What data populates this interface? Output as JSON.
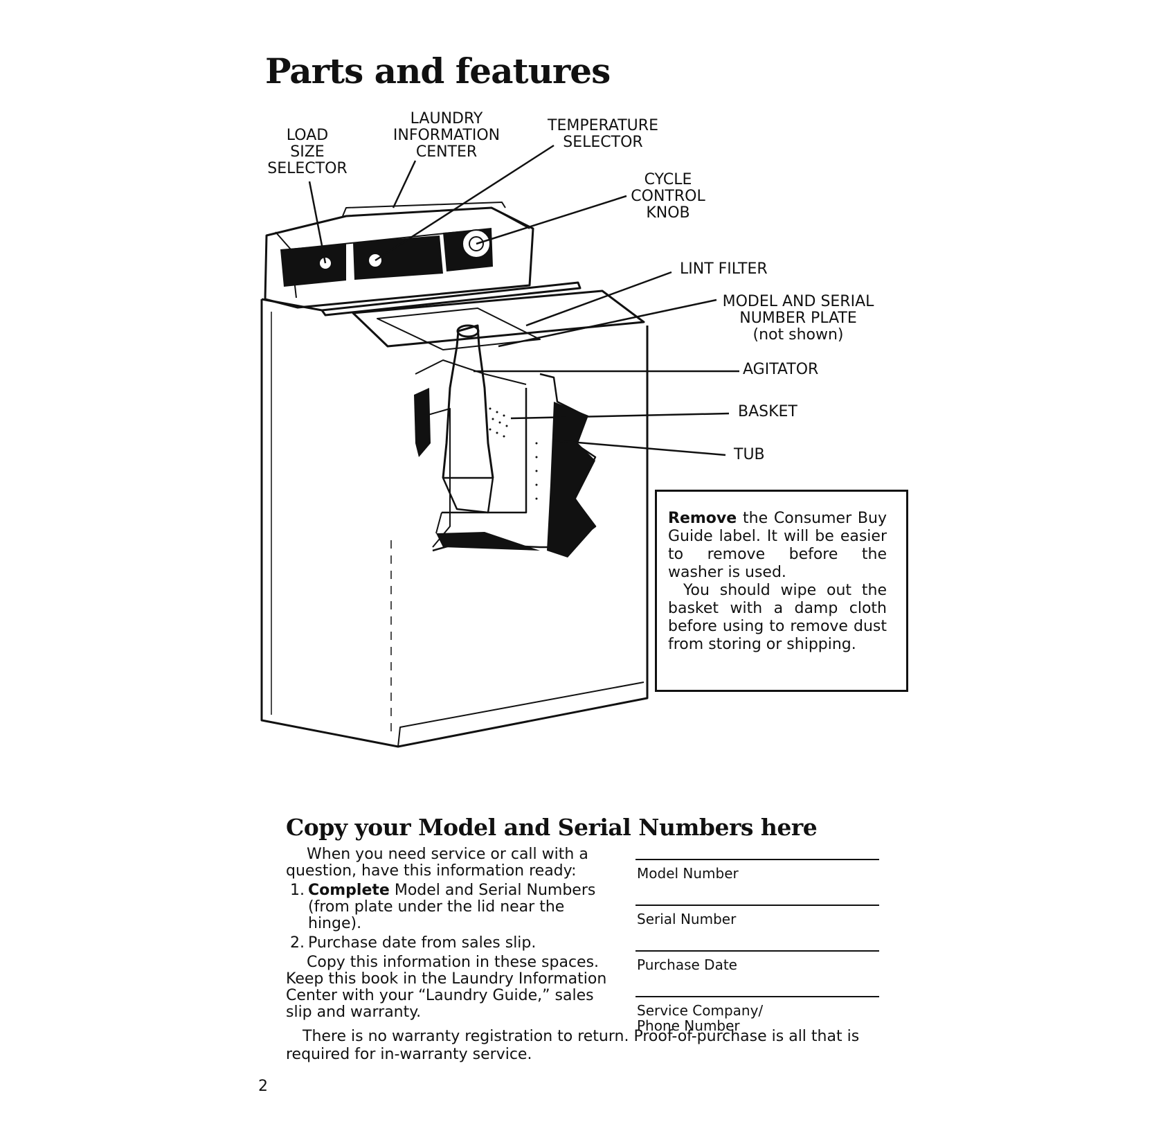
{
  "title": "Parts and features",
  "callouts": {
    "load_size": "LOAD\nSIZE\nSELECTOR",
    "laundry_info": "LAUNDRY\nINFORMATION\nCENTER",
    "temperature": "TEMPERATURE\nSELECTOR",
    "cycle": "CYCLE\nCONTROL\nKNOB",
    "lint": "LINT FILTER",
    "model_plate": "MODEL AND SERIAL\nNUMBER PLATE",
    "model_plate_note": "(not shown)",
    "agitator": "AGITATOR",
    "basket": "BASKET",
    "tub": "TUB"
  },
  "note": {
    "lead_bold": "Remove",
    "p1_rest": " the Consumer Buy Guide label. It will be easier to remove before the washer is used.",
    "p2": "You should wipe out the basket with a damp cloth before using to remove dust from storing or shipping."
  },
  "copy_section": {
    "title": "Copy your Model and Serial Numbers here",
    "intro": "When you need service or call with a question, have this information ready:",
    "steps": [
      {
        "num": "1.",
        "bold": "Complete",
        "text": " Model and Serial Numbers (from plate under the lid near the hinge)."
      },
      {
        "num": "2.",
        "bold": "",
        "text": "Purchase date from sales slip."
      }
    ],
    "copy_text": "Copy this information in these spaces. Keep this book in the Laundry Information Center with your “Laundry Guide,” sales slip and warranty.",
    "fields": [
      "Model Number",
      "Serial Number",
      "Purchase Date",
      "Service Company/\nPhone Number"
    ],
    "warranty": "There is no warranty registration to return. Proof-of-purchase is all that is required for in-warranty service."
  },
  "page_number": "2"
}
